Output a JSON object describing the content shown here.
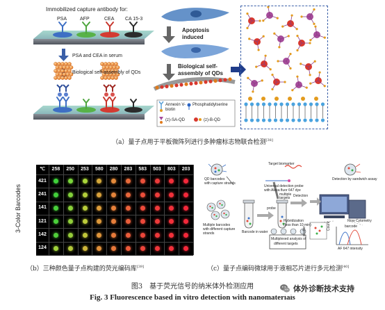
{
  "panel_a": {
    "title_line1": "Immobilized capture antibody for:",
    "antibodies": [
      "PSA",
      "AFP",
      "CEA",
      "CA 15-3"
    ],
    "step1": "PSA and CEA in serum",
    "step2": "Biological self-assembly of QDs",
    "apoptosis": [
      "Apoptosis",
      "induced"
    ],
    "bio_self": [
      "Biological self-",
      "assembly of QDs"
    ],
    "legend": {
      "annexin": "Annexin V-",
      "annexin2": "biotin",
      "phosphatidylserine": "Phosphatidylserine",
      "sa_qd": "(z)-SA-QD",
      "b_qd": "(z)-B-QD"
    },
    "caption": "（a）量子点用于平板微阵列进行多肿瘤标志物联合检测",
    "caption_ref": "[38]"
  },
  "panel_b": {
    "corner_symbol": "℃",
    "columns": [
      "258",
      "250",
      "253",
      "580",
      "280",
      "283",
      "583",
      "503",
      "803",
      "203"
    ],
    "rows": [
      "421",
      "241",
      "141",
      "121",
      "142",
      "124"
    ],
    "y_axis_label": "3-Color Barcodes",
    "caption": "（b）三种颜色量子点构建的荧光编码库",
    "caption_ref": "[39]"
  },
  "panel_c": {
    "target_biomarker": "Target biomarker",
    "qd_barcodes": [
      "QD barcodes",
      "with capture strands"
    ],
    "universal": [
      "Universal detection probe",
      "with Alexa fluor 647 dye"
    ],
    "detection_sandwich": "Detection by sandwich assay",
    "multiple_targets": [
      "multiple",
      "targets"
    ],
    "probe": "probe",
    "detection": "Detection",
    "multiple_barcodes": [
      "Multiple barcodes",
      "with different capture",
      "strands"
    ],
    "barcode_water": "Barcode in water",
    "hybridization": [
      "Hybridization",
      "(less than 10 min)"
    ],
    "multiplexed": [
      "Multiplexed analysis of",
      "different targets"
    ],
    "flow_cytometry": "Flow Cytometry",
    "barcode": "barcode",
    "count": "Count",
    "af647": "AF 647 intensity",
    "scatter": "scatter",
    "caption": "（c）量子点编码微球用于液相芯片进行多元检测",
    "caption_ref": "[40]"
  },
  "figure": {
    "title_cn": "图3　基于荧光信号的纳米体外检测应用",
    "title_en": "Fig. 3   Fluorescence based in vitro detection with nanomaterials"
  },
  "watermark": {
    "text": "体外诊断技术支持"
  },
  "colors": {
    "dashed_box": "#3a5fa8",
    "arrow": "#3a5fa8",
    "panel_bg": "#000000"
  }
}
